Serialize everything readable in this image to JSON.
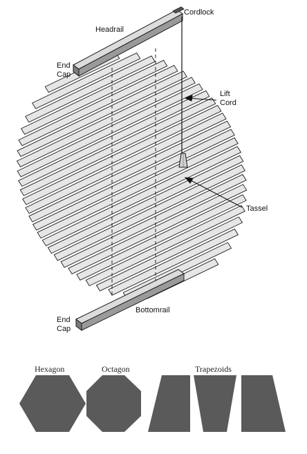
{
  "diagram": {
    "labels": {
      "cordlock": "Cordlock",
      "headrail": "Headrail",
      "end_cap_top_line1": "End",
      "end_cap_top_line2": "Cap",
      "lift_cord_line1": "Lift",
      "lift_cord_line2": "Cord",
      "tassel": "Tassel",
      "bottomrail": "Bottomrail",
      "end_cap_bottom_line1": "End",
      "end_cap_bottom_line2": "Cap"
    },
    "shapes": {
      "hexagon": "Hexagon",
      "octagon": "Octagon",
      "trapezoids": "Trapezoids"
    },
    "colors": {
      "shape_fill": "#5a5a5a",
      "pleat_fill": "#e6e6e6",
      "stroke": "#1a1a1a",
      "rail_fill": "#cfcfcf"
    }
  }
}
